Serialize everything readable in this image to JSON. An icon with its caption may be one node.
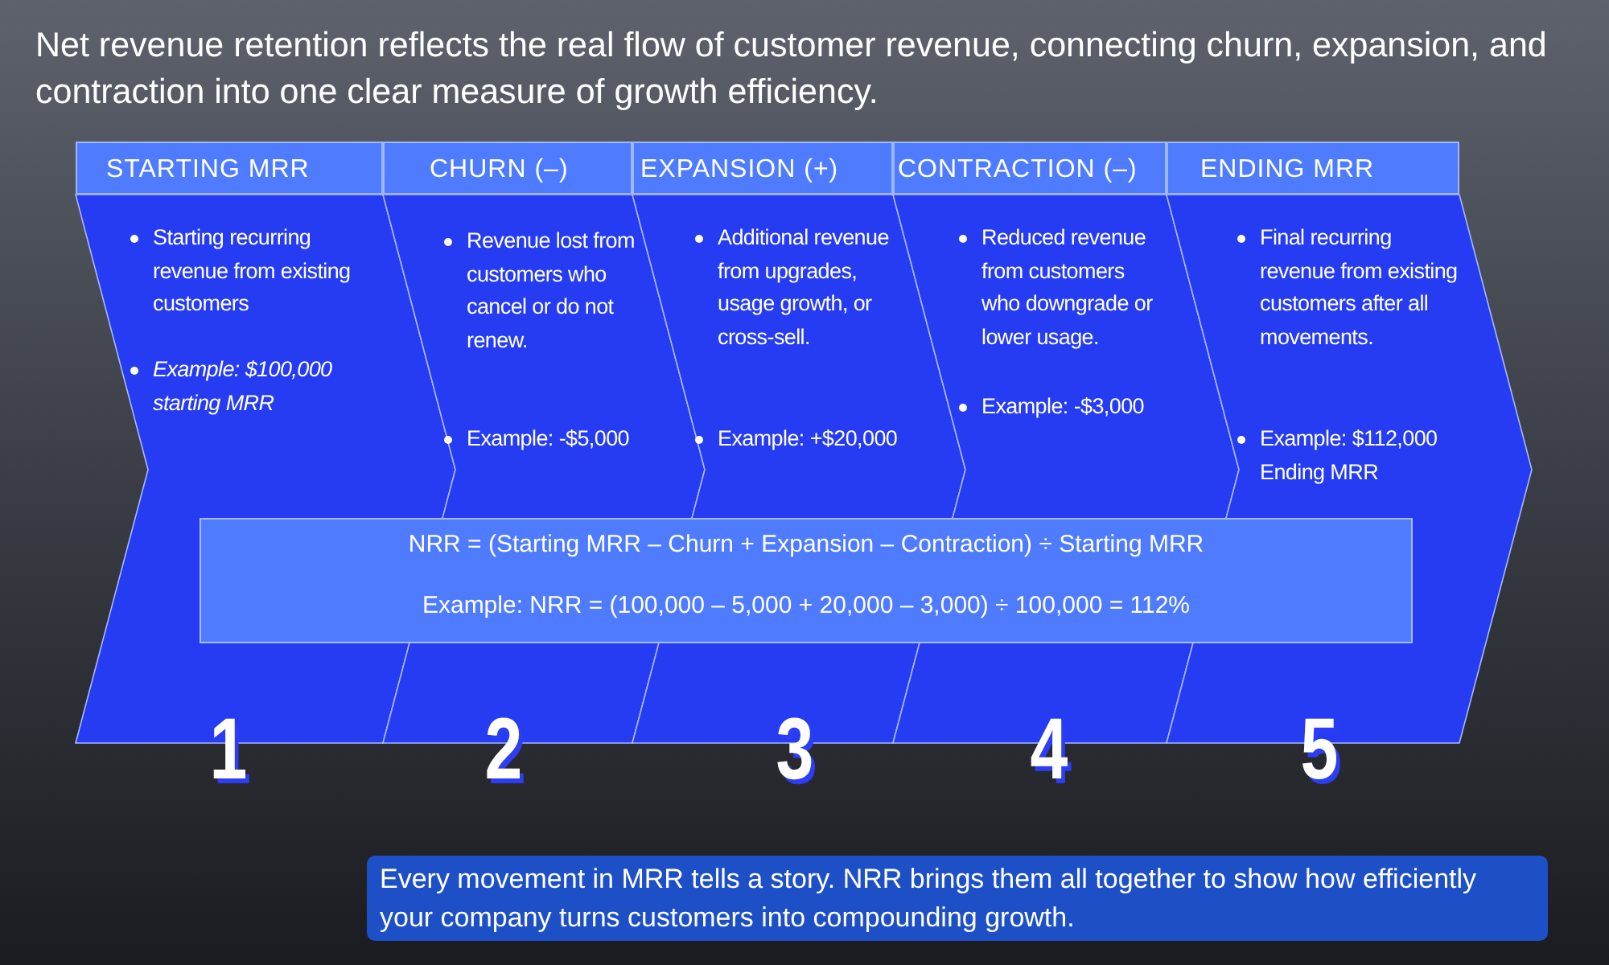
{
  "diagram": {
    "title": "Net revenue retention reflects the real flow of customer revenue, connecting churn, expansion, and contraction into one clear measure of growth efficiency.",
    "nodes": [
      {
        "text": [
          "STARTING MRR",
          "Starting recurring revenue from existing customers",
          "*Example: $100,000 starting MRR*"
        ],
        "beside": [
          "1"
        ]
      },
      {
        "text": [
          "CHURN (–)",
          "Revenue lost from customers who cancel or do not renew.",
          "Example: -$5,000"
        ],
        "beside": [
          "2"
        ]
      },
      {
        "text": [
          "EXPANSION (+)",
          "Additional revenue from upgrades, usage growth, or cross-sell.",
          "Example: +$20,000"
        ],
        "beside": [
          "3"
        ]
      },
      {
        "text": [
          "CONTRACTION (–)",
          "Reduced revenue from customers who downgrade or lower usage.",
          "Example: -$3,000"
        ],
        "beside": [
          "4"
        ]
      },
      {
        "text": [
          "ENDING MRR",
          "Final recurring revenue from existing customers after all movements.",
          "Example: $112,000 Ending MRR"
        ],
        "beside": [
          "5"
        ]
      },
      {
        "text": [
          "NRR = (Starting MRR – Churn + Expansion – Contraction) ÷ Starting MRR",
          "Example: NRR = (100,000 – 5,000 + 20,000 – 3,000) ÷ 100,000 = 112%"
        ]
      }
    ],
    "labels": [
      "Every movement in MRR tells a story. NRR brings them all together to show how efficiently your company turns customers into compounding growth."
    ]
  }
}
